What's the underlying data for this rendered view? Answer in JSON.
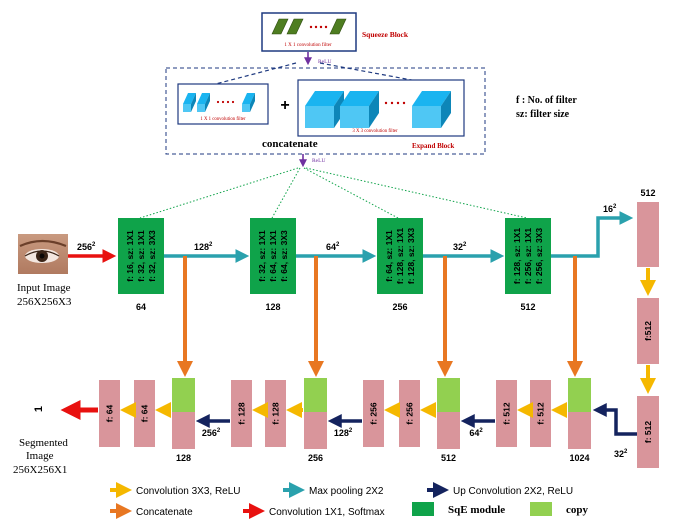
{
  "squeeze_block": {
    "label": "Squeeze Block",
    "filter_label": "1 X 1 convolution filter",
    "relu_label": "ReLU"
  },
  "expand_block": {
    "label": "Expand Block",
    "left_filter_label": "1 X 1 convolution filter",
    "right_filter_label": "3 X 3 convolution filter",
    "concatenate_label": "concatenate",
    "relu_label": "ReLU"
  },
  "notation": {
    "filter_count": "f : No. of filter",
    "filter_size": "sz: filter size"
  },
  "input": {
    "line1": "Input Image",
    "line2": "256X256X3",
    "size_label": "256",
    "size_exp": "2"
  },
  "output": {
    "line1": "Segmented",
    "line2": "Image",
    "line3": "256X256X1",
    "class_count": "1"
  },
  "encoder": [
    {
      "module_text": [
        "f: 16, sz: 1X1",
        "f: 32, sz: 1X1",
        "f: 32, sz: 3X3"
      ],
      "channels": "64"
    },
    {
      "module_text": [
        "f: 32, sz: 1X1",
        "f: 64, sz: 1X1",
        "f: 64, sz: 3X3"
      ],
      "channels": "128"
    },
    {
      "module_text": [
        "f: 64, sz: 1X1",
        "f: 128, sz: 1X1",
        "f: 128, sz: 3X3"
      ],
      "channels": "256"
    },
    {
      "module_text": [
        "f: 128, sz: 1X1",
        "f: 256, sz: 1X1",
        "f: 256, sz: 3X3"
      ],
      "channels": "512"
    }
  ],
  "pool_sizes": [
    {
      "base": "128",
      "exp": "2"
    },
    {
      "base": "64",
      "exp": "2"
    },
    {
      "base": "32",
      "exp": "2"
    },
    {
      "base": "16",
      "exp": "2"
    }
  ],
  "bottleneck": {
    "channels_top": "512",
    "block2": "f:512",
    "block3": "f: 512",
    "up_size_base": "32",
    "up_size_exp": "2"
  },
  "decoder": [
    {
      "conv1": "f: 512",
      "conv2": "f: 512",
      "concat_channels": "1024",
      "up_base": "64",
      "up_exp": "2"
    },
    {
      "conv1": "f: 256",
      "conv2": "f: 256",
      "concat_channels": "512",
      "up_base": "128",
      "up_exp": "2"
    },
    {
      "conv1": "f: 128",
      "conv2": "f: 128",
      "concat_channels": "256",
      "up_base": "256",
      "up_exp": "2"
    },
    {
      "conv1": "f: 64",
      "conv2": "f: 64",
      "concat_channels": "128"
    }
  ],
  "legend": [
    {
      "label": "Convolution 3X3, ReLU",
      "color": "#f5b800",
      "kind": "arrow"
    },
    {
      "label": "Max pooling 2X2",
      "color": "#2aa1ad",
      "kind": "arrow"
    },
    {
      "label": "Up Convolution 2X2, ReLU",
      "color": "#14235e",
      "kind": "arrow"
    },
    {
      "label": "Concatenate",
      "color": "#e87722",
      "kind": "arrow"
    },
    {
      "label": "Convolution 1X1, Softmax",
      "color": "#e8110f",
      "kind": "arrow"
    },
    {
      "label": "SqE module",
      "color": "#0fa34a",
      "kind": "box"
    },
    {
      "label": "copy",
      "color": "#92d050",
      "kind": "box"
    }
  ],
  "colors": {
    "sqe_module": "#0fa34a",
    "copy": "#92d050",
    "conv_block": "#d9959b",
    "conv_arrow": "#f5b800",
    "pool_arrow": "#2aa1ad",
    "upconv_arrow": "#14235e",
    "concat_arrow": "#e87722",
    "softmax_arrow": "#e8110f",
    "green_filter": "#4e7d21",
    "blue_filter": "#1ab4f0",
    "block_label_red": "#c00000"
  }
}
